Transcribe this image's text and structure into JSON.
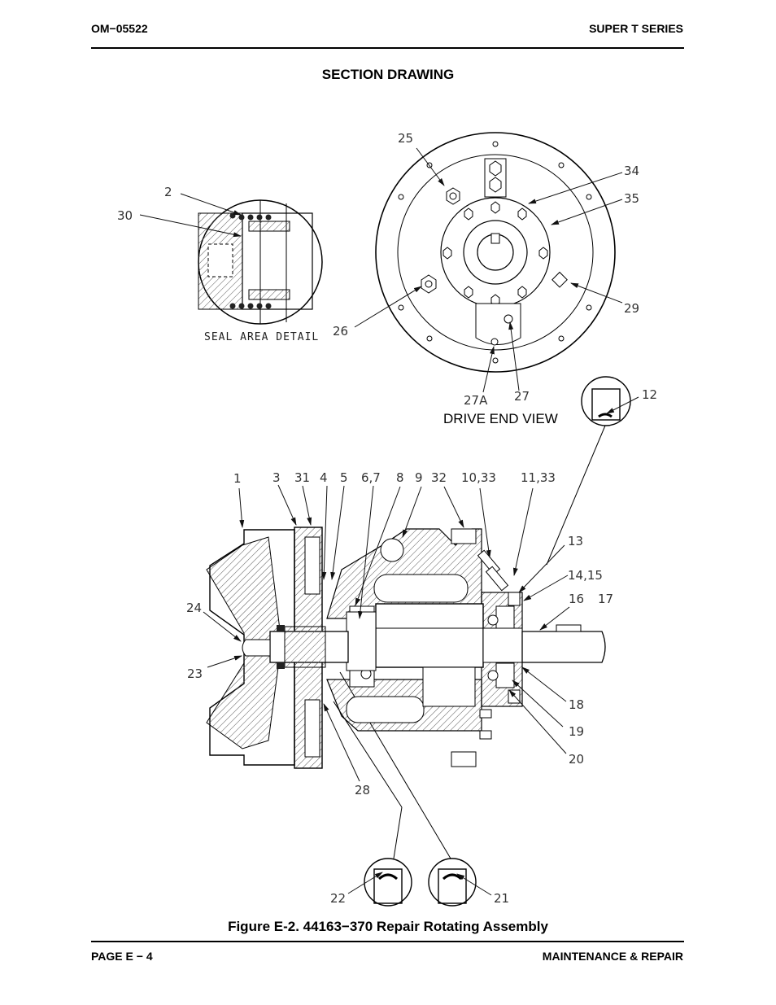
{
  "header": {
    "doc_number": "OM−05522",
    "series": "SUPER T SERIES"
  },
  "section_title": "SECTION DRAWING",
  "drawing": {
    "seal_detail_label": "SEAL AREA DETAIL",
    "drive_end_label": "DRIVE END VIEW",
    "callouts": [
      "1",
      "2",
      "3",
      "31",
      "4",
      "5",
      "6,7",
      "8",
      "9",
      "32",
      "10,33",
      "11,33",
      "12",
      "13",
      "14,15",
      "16",
      "17",
      "18",
      "19",
      "20",
      "21",
      "22",
      "23",
      "24",
      "25",
      "26",
      "27",
      "27A",
      "28",
      "29",
      "30",
      "34",
      "35"
    ]
  },
  "caption": "Figure E-2. 44163−370 Repair Rotating Assembly",
  "footer": {
    "page": "PAGE E − 4",
    "section": "MAINTENANCE & REPAIR"
  }
}
